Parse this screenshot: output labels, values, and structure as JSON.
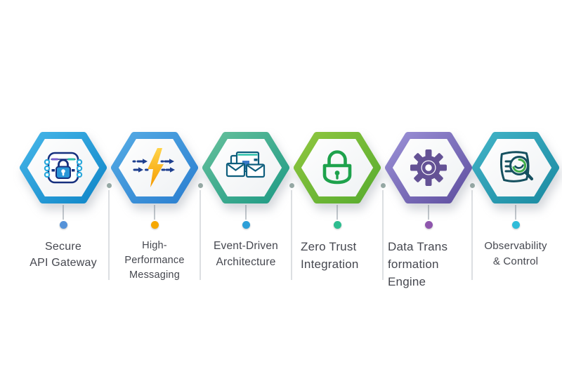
{
  "background": "#ffffff",
  "text_color": "#45474f",
  "connectors": {
    "stem_color": "#c3c8cd",
    "divider_color": "#dcdfe2",
    "divider_dot_color": "#98aba6"
  },
  "items": [
    {
      "name": "secure-api-gateway",
      "lines": [
        "Secure",
        "API Gateway"
      ],
      "icon": "chip-lock-icon",
      "hex_gradient": [
        "#45b5e8",
        "#0f86c8"
      ],
      "dot_color": "#5592d8",
      "align": "center"
    },
    {
      "name": "high-performance-messaging",
      "lines": [
        "High-",
        "Performance",
        "Messaging"
      ],
      "icon": "lightning-arrows-icon",
      "hex_gradient": [
        "#54aae4",
        "#2b7fd0"
      ],
      "dot_color": "#f6a801",
      "align": "center"
    },
    {
      "name": "event-driven-architecture",
      "lines": [
        "Event-Driven",
        "Architecture"
      ],
      "icon": "message-windows-icon",
      "hex_gradient": [
        "#64bf9b",
        "#1f9b85"
      ],
      "dot_color": "#2d9fd8",
      "align": "center"
    },
    {
      "name": "zero-trust-integration",
      "lines": [
        "Zero Trust",
        "Integration"
      ],
      "icon": "padlock-icon",
      "hex_gradient": [
        "#8ec63f",
        "#58ac2f"
      ],
      "dot_color": "#2dbd8f",
      "align": "left"
    },
    {
      "name": "data-transformation-engine",
      "lines": [
        "Data Trans",
        "formation",
        "Engine"
      ],
      "icon": "gear-icon",
      "hex_gradient": [
        "#9a90d6",
        "#5f4fa0"
      ],
      "dot_color": "#8e56ad",
      "align": "left"
    },
    {
      "name": "observability-control",
      "lines": [
        "Observability",
        "& Control"
      ],
      "icon": "magnifier-report-icon",
      "hex_gradient": [
        "#41b2c6",
        "#1b8ba2"
      ],
      "dot_color": "#2fbcd9",
      "align": "center"
    }
  ]
}
